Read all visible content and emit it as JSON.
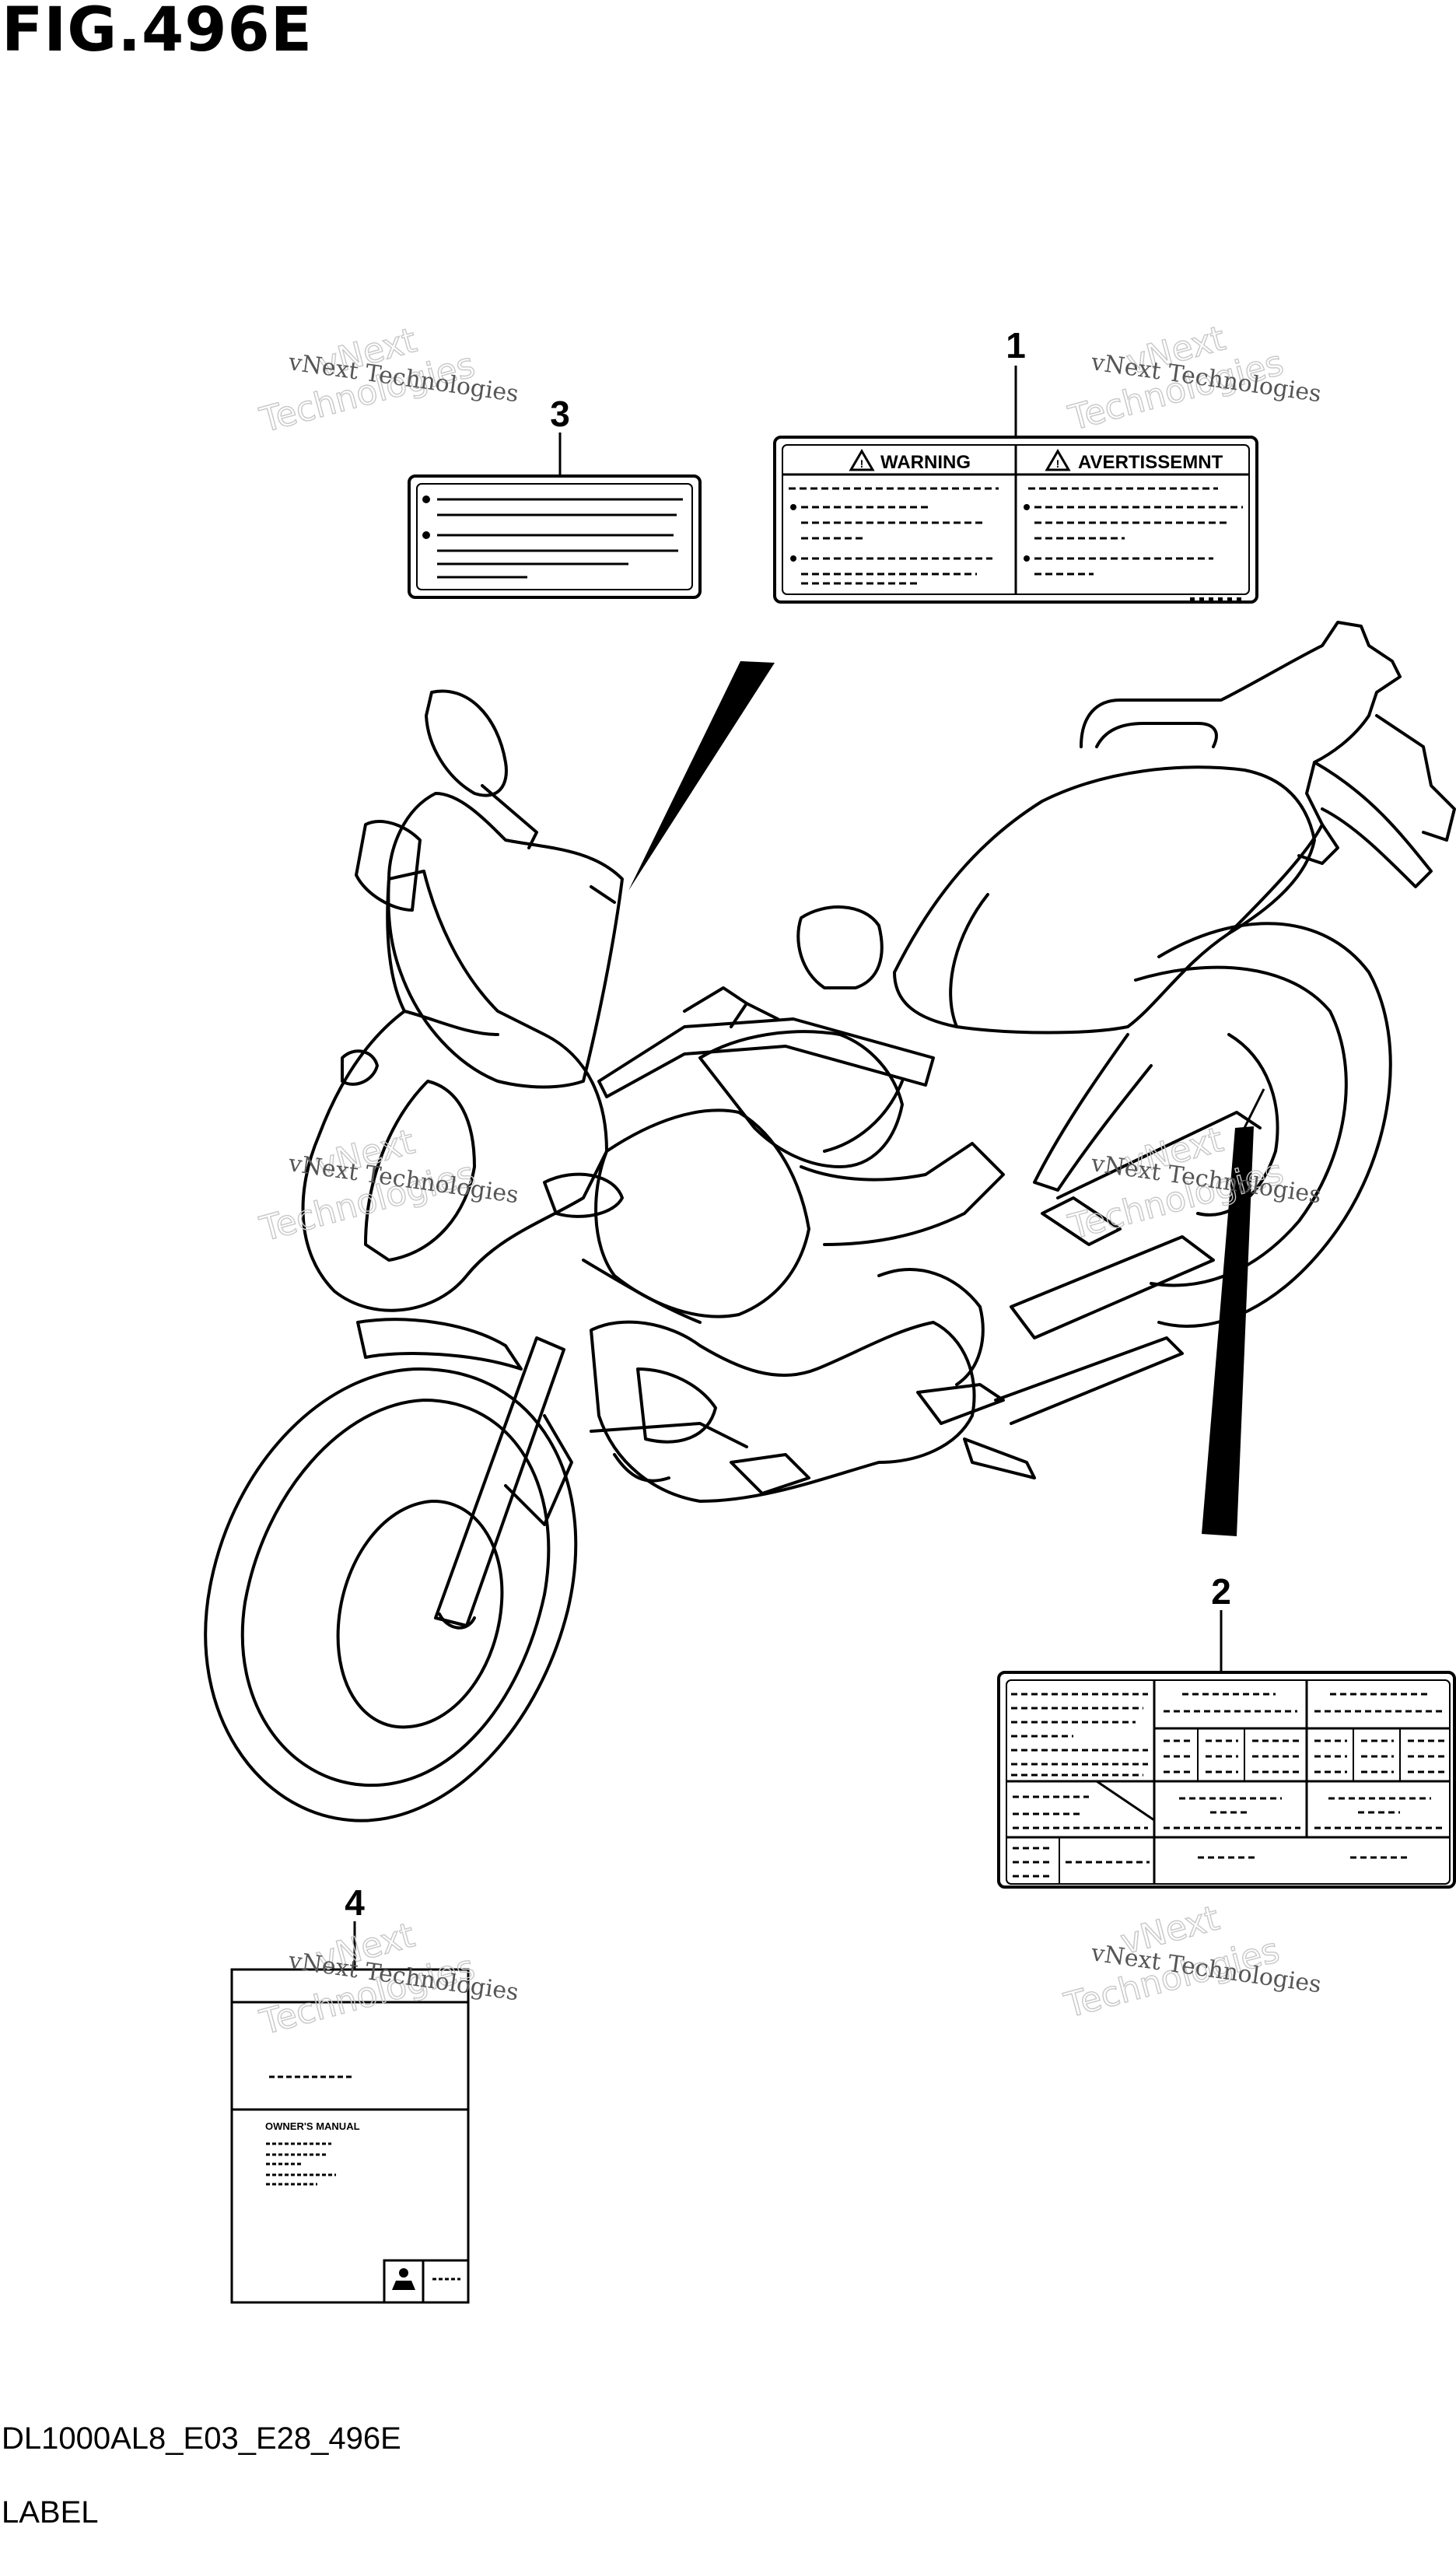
{
  "figure": {
    "title": "FIG.496E",
    "code": "DL1000AL8_E03_E28_496E",
    "name": "LABEL"
  },
  "callouts": [
    {
      "id": "1",
      "number": "1"
    },
    {
      "id": "2",
      "number": "2"
    },
    {
      "id": "3",
      "number": "3"
    },
    {
      "id": "4",
      "number": "4"
    }
  ],
  "label1": {
    "left_header": "WARNING",
    "right_header": "AVERTISSEMNT"
  },
  "label4": {
    "manual_text": "OWNER'S MANUAL"
  },
  "watermark": {
    "line1": "vNext",
    "line2": "Technologies",
    "caption": "vNext Technologies"
  }
}
